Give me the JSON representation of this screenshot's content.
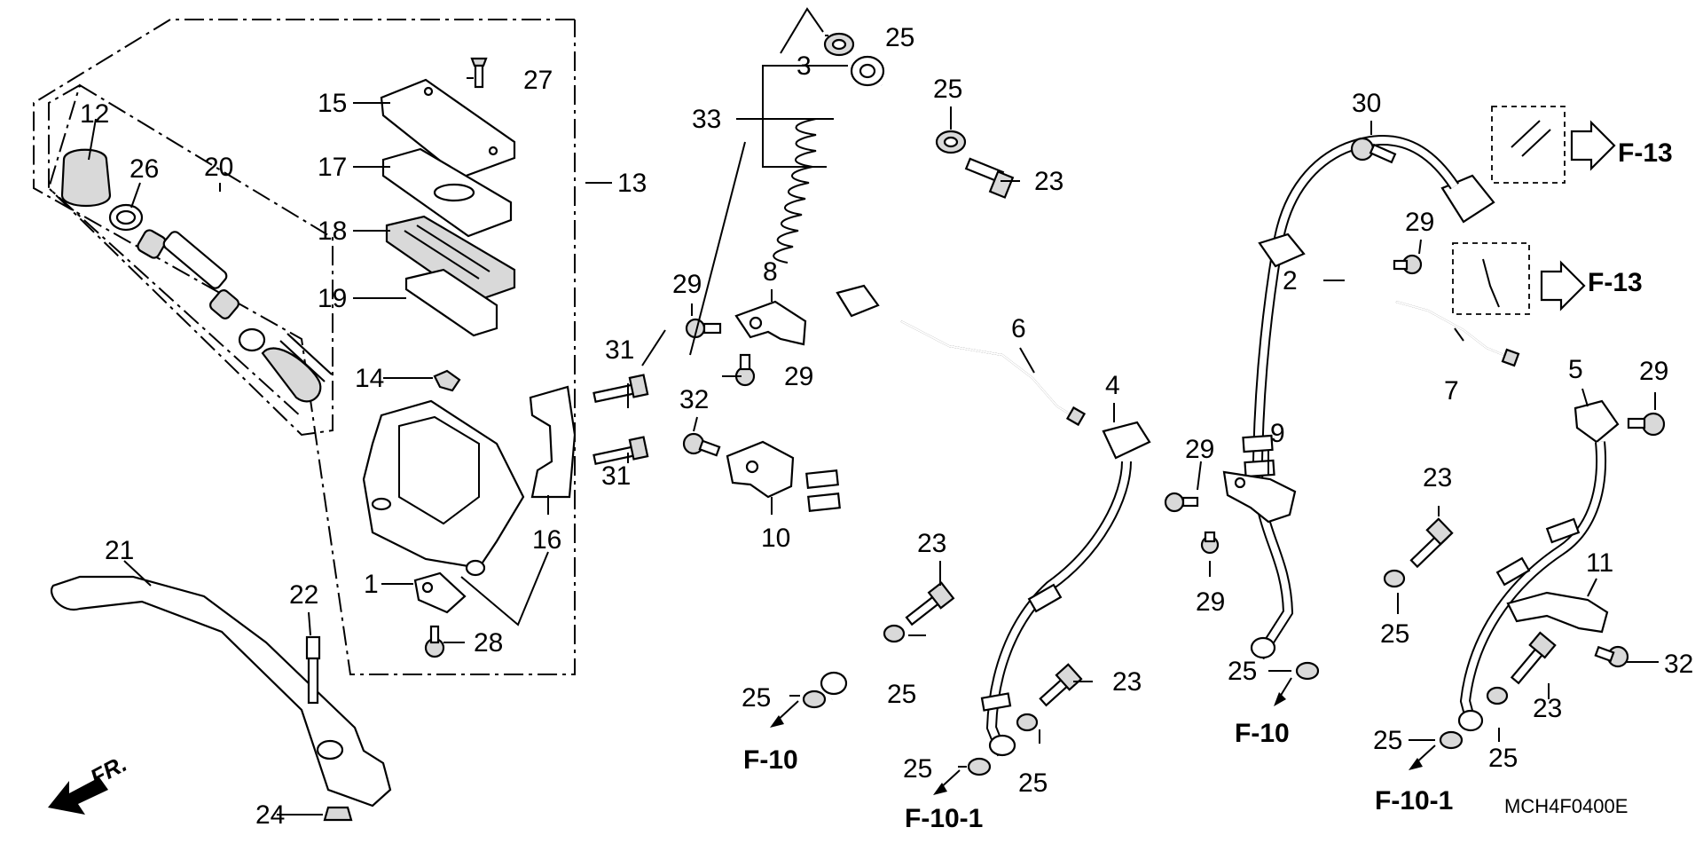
{
  "labels": {
    "l1": "1",
    "l2": "2",
    "l3": "3",
    "l4": "4",
    "l5": "5",
    "l6": "6",
    "l7": "7",
    "l8": "8",
    "l9": "9",
    "l10": "10",
    "l11": "11",
    "l12": "12",
    "l13": "13",
    "l14": "14",
    "l15": "15",
    "l16": "16",
    "l17": "17",
    "l18": "18",
    "l19": "19",
    "l20": "20",
    "l21": "21",
    "l22": "22",
    "l23": "23",
    "l24": "24",
    "l25": "25",
    "l26": "26",
    "l27": "27",
    "l28": "28",
    "l29": "29",
    "l30": "30",
    "l31": "31",
    "l32": "32",
    "l33": "33"
  },
  "references": {
    "f10": "F-10",
    "f10_1": "F-10-1",
    "f13": "F-13"
  },
  "direction": "FR.",
  "diagram_code": "MCH4F0400E"
}
